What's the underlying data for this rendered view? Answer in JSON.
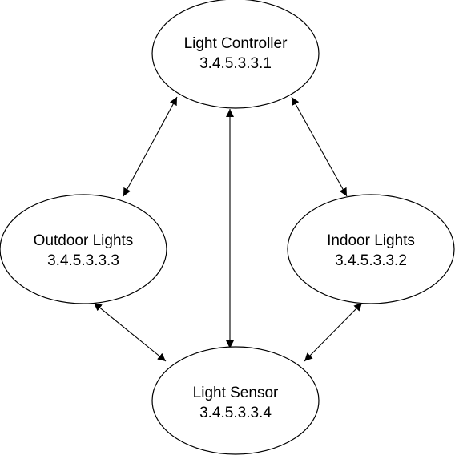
{
  "diagram": {
    "nodes": [
      {
        "id": "controller",
        "title": "Light Controller",
        "oid": "3.4.5.3.3.1"
      },
      {
        "id": "outdoor",
        "title": "Outdoor Lights",
        "oid": "3.4.5.3.3.3"
      },
      {
        "id": "indoor",
        "title": "Indoor Lights",
        "oid": "3.4.5.3.3.2"
      },
      {
        "id": "sensor",
        "title": "Light Sensor",
        "oid": "3.4.5.3.3.4"
      }
    ],
    "edges": [
      {
        "from": "controller",
        "to": "outdoor",
        "direction": "both"
      },
      {
        "from": "controller",
        "to": "indoor",
        "direction": "both"
      },
      {
        "from": "controller",
        "to": "sensor",
        "direction": "both"
      },
      {
        "from": "outdoor",
        "to": "sensor",
        "direction": "both"
      },
      {
        "from": "indoor",
        "to": "sensor",
        "direction": "both"
      }
    ],
    "colors": {
      "stroke": "#000000",
      "fill": "#ffffff",
      "text": "#000000"
    }
  }
}
